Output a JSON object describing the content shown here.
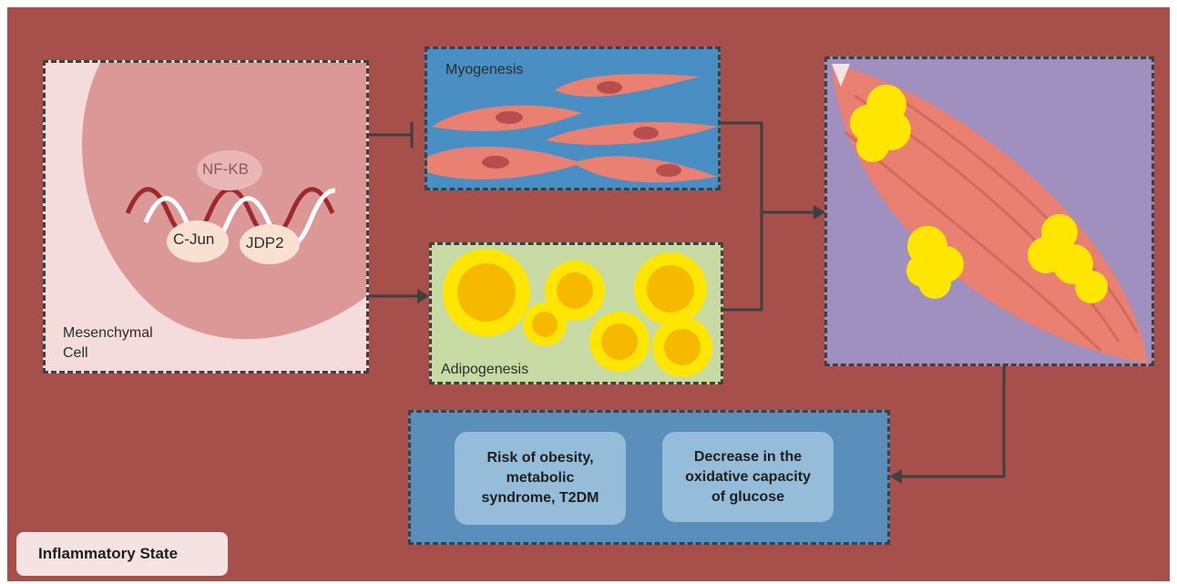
{
  "mesenchymal": {
    "label_line1": "Mesenchymal",
    "label_line2": "Cell",
    "factors": [
      "NF-KB",
      "C-Jun",
      "JDP2"
    ]
  },
  "myogenesis": {
    "label": "Myogenesis"
  },
  "adipogenesis": {
    "label": "Adipogenesis"
  },
  "outcomes": [
    {
      "text": "Risk of obesity, metabolic syndrome, T2DM"
    },
    {
      "text": "Decrease in the oxidative capacity of glucose"
    }
  ],
  "state_label": "Inflammatory State",
  "colors": {
    "background": "#a64f4b",
    "cell_panel": "#f5dcdc",
    "myogenesis_panel": "#4a8fc3",
    "adipogenesis_panel": "#c8dba5",
    "muscle_panel": "#a090c0",
    "outcome_panel": "#5b8fbb",
    "fat_yellow": "#ffe600"
  },
  "icons": [
    "muscle-fibre-icon",
    "fat-cell-icon",
    "dna-strand-icon",
    "muscle-with-fat-icon"
  ]
}
